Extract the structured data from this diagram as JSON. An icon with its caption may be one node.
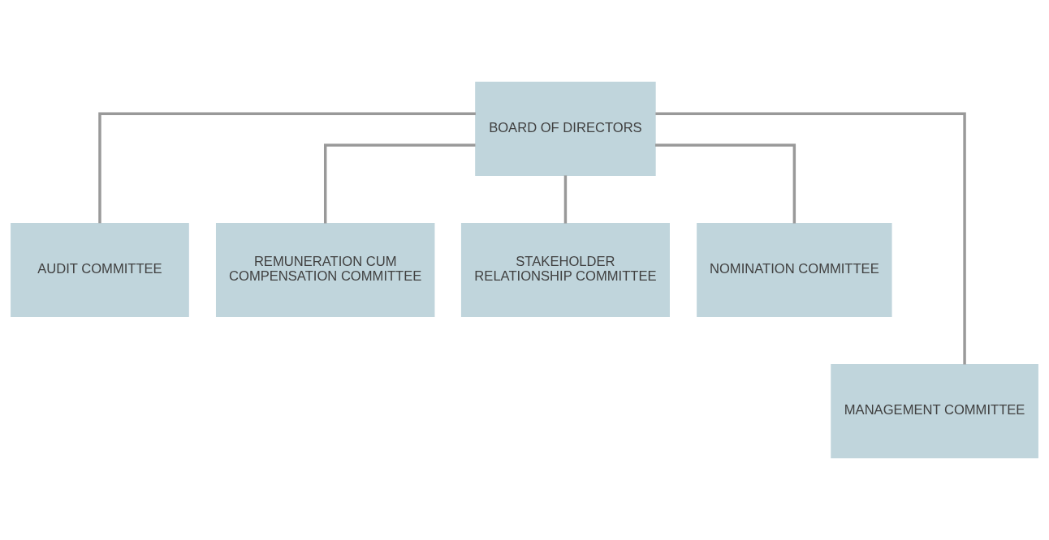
{
  "diagram": {
    "nodes": [
      {
        "text": [
          "BOARD OF DIRECTORS"
        ]
      },
      {
        "text": [
          "AUDIT COMMITTEE"
        ]
      },
      {
        "text": [
          "REMUNERATION CUM COMPENSATION COMMITTEE"
        ]
      },
      {
        "text": [
          "STAKEHOLDER RELATIONSHIP COMMITTEE"
        ]
      },
      {
        "text": [
          "NOMINATION COMMITTEE"
        ]
      },
      {
        "text": [
          "MANAGEMENT COMMITTEE"
        ]
      }
    ],
    "edges": [
      {
        "from": 0,
        "to": 1,
        "arrow": "none"
      },
      {
        "from": 0,
        "to": 2,
        "arrow": "none"
      },
      {
        "from": 0,
        "to": 3,
        "arrow": "none"
      },
      {
        "from": 0,
        "to": 4,
        "arrow": "none"
      },
      {
        "from": 0,
        "to": 5,
        "arrow": "none"
      }
    ]
  }
}
